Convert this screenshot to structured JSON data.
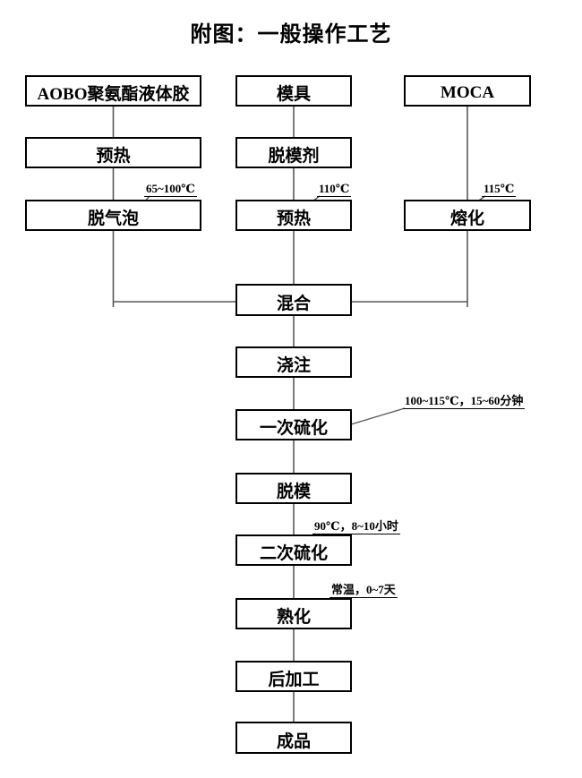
{
  "title": "附图：一般操作工艺",
  "nodes": {
    "aobo": "AOBO聚氨酯液体胶",
    "preheat_glue": "预热",
    "degas": "脱气泡",
    "mold": "模具",
    "release_agent": "脱模剂",
    "preheat_mold": "预热",
    "moca": "MOCA",
    "melt": "熔化",
    "mix": "混合",
    "cast": "浇注",
    "cure1": "一次硫化",
    "demold": "脱模",
    "cure2": "二次硫化",
    "aging": "熟化",
    "post_process": "后加工",
    "product": "成品"
  },
  "annotations": {
    "degas_temp": "65~100℃",
    "preheat_mold_temp": "110℃",
    "melt_temp": "115℃",
    "cure1_condition": "100~115℃，15~60分钟",
    "cure2_condition": "90℃，8~10小时",
    "aging_condition": "常温，0~7天"
  },
  "colors": {
    "box_border": "#000000",
    "connector": "#595959",
    "text": "#000000",
    "background": "#ffffff"
  }
}
